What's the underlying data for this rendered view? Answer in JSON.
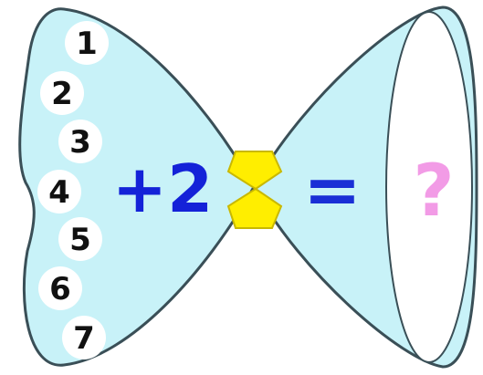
{
  "puzzle": {
    "numbers": [
      "1",
      "2",
      "3",
      "4",
      "5",
      "6",
      "7"
    ],
    "operation": "+2",
    "equals": "=",
    "unknown": "?"
  },
  "colors": {
    "wing_fill": "#c8f2f8",
    "wing_outline": "#3a4f57",
    "number_circle_fill": "#ffffff",
    "operation_text": "#1422d8",
    "equals_sign": "#1a2fd6",
    "knot_fill": "#ffee00",
    "knot_outline": "#c9b800",
    "unknown_mark": "#f29be6",
    "answer_oval_fill": "#ffffff"
  }
}
